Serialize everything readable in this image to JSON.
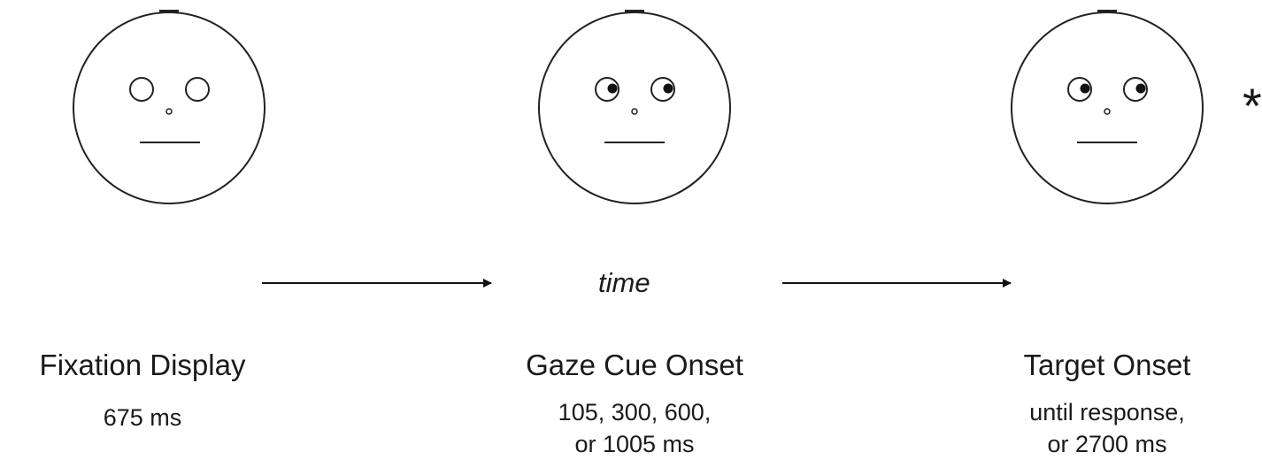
{
  "time_label": "time",
  "target_symbol": "*",
  "stages": [
    {
      "title": "Fixation Display",
      "detail_lines": [
        "675 ms"
      ],
      "gaze": "none"
    },
    {
      "title": "Gaze Cue Onset",
      "detail_lines": [
        "105, 300, 600,",
        "or 1005 ms"
      ],
      "gaze": "right"
    },
    {
      "title": "Target Onset",
      "detail_lines": [
        "until response,",
        "or 2700 ms"
      ],
      "gaze": "right"
    }
  ]
}
